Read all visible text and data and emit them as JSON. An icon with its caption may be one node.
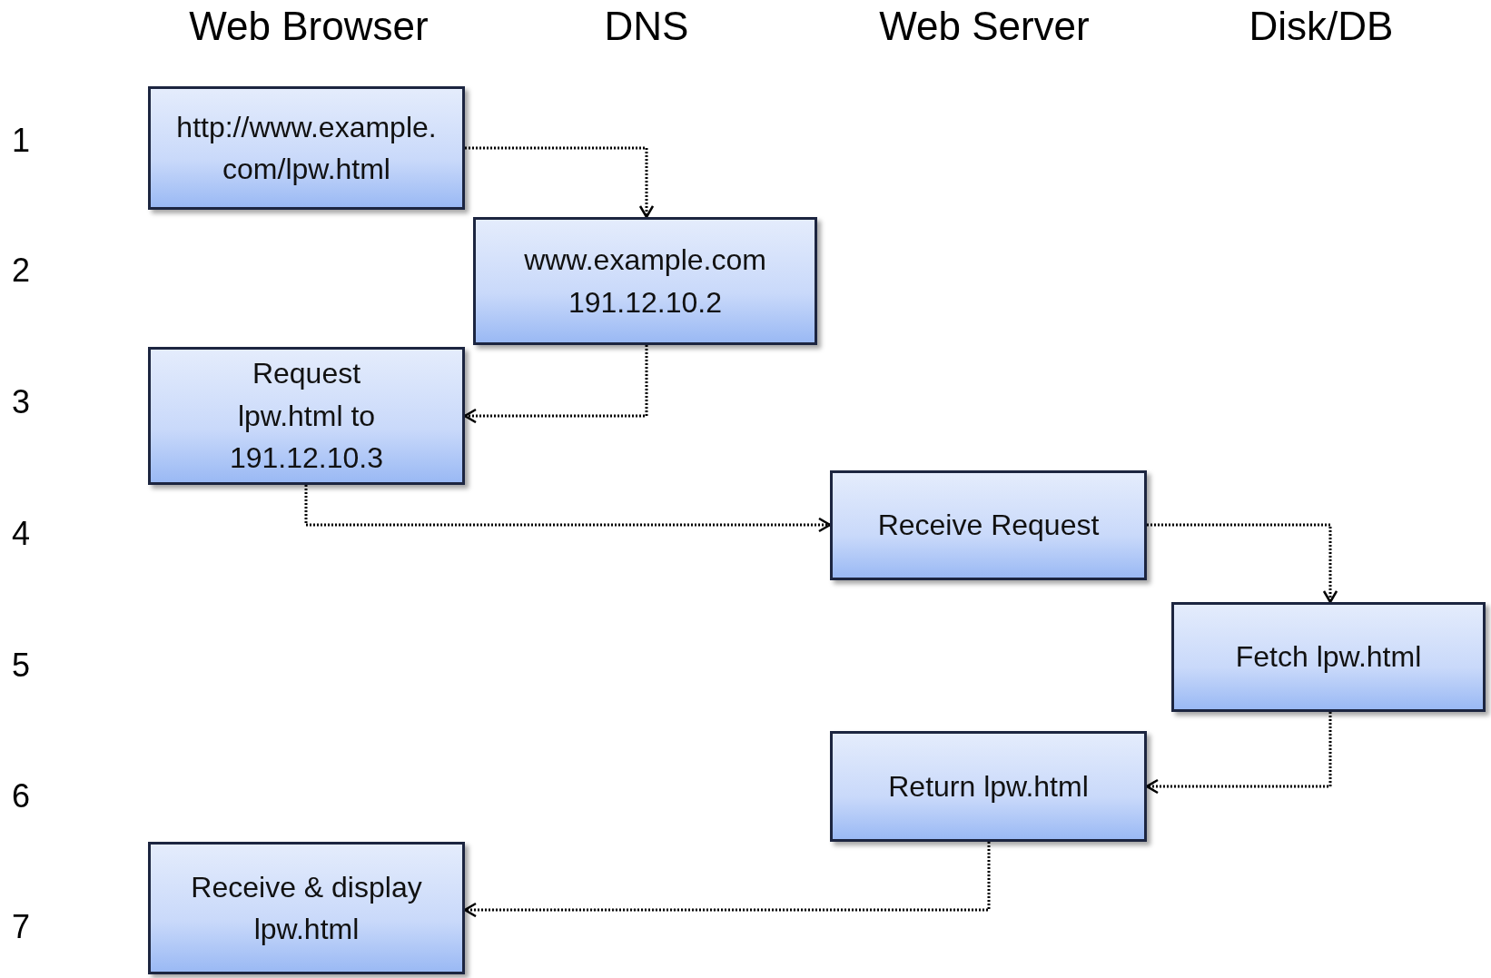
{
  "diagram": {
    "nodes": [
      {
        "text": [
          "http://www.example.com/lpw.html"
        ]
      },
      {
        "text": [
          "www.example.com",
          "191.12.10.2"
        ]
      },
      {
        "text": [
          "Request lpw.html to 191.12.10.3"
        ]
      },
      {
        "text": [
          "Receive Request"
        ]
      },
      {
        "text": [
          "Fetch lpw.html"
        ]
      },
      {
        "text": [
          "Return lpw.html"
        ]
      },
      {
        "text": [
          "Receive & display lpw.html"
        ]
      }
    ],
    "edges": [
      {
        "from": 0,
        "to": 1,
        "arrow": "to",
        "style": "dashed"
      },
      {
        "from": 1,
        "to": 2,
        "arrow": "to",
        "style": "dashed"
      },
      {
        "from": 2,
        "to": 3,
        "arrow": "to",
        "style": "dashed"
      },
      {
        "from": 3,
        "to": 4,
        "arrow": "to",
        "style": "dashed"
      },
      {
        "from": 4,
        "to": 5,
        "arrow": "to",
        "style": "dashed"
      },
      {
        "from": 5,
        "to": 6,
        "arrow": "to",
        "style": "dashed"
      }
    ],
    "labels": [
      "Web Browser",
      "DNS",
      "Web Server",
      "Disk/DB",
      "1",
      "2",
      "3",
      "4",
      "5",
      "6",
      "7"
    ]
  }
}
